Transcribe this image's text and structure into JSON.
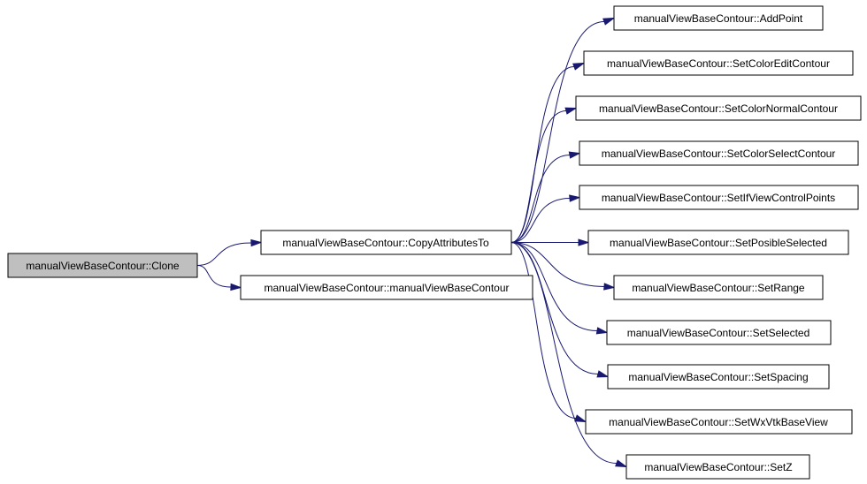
{
  "colors": {
    "root_fill": "#bfbfbf",
    "node_fill": "#ffffff",
    "edge": "#191970",
    "border": "#000000"
  },
  "nodes": {
    "clone": "manualViewBaseContour::Clone",
    "copy_attributes_to": "manualViewBaseContour::CopyAttributesTo",
    "constructor": "manualViewBaseContour::manualViewBaseContour",
    "add_point": "manualViewBaseContour::AddPoint",
    "set_color_edit_contour": "manualViewBaseContour::SetColorEditContour",
    "set_color_normal_contour": "manualViewBaseContour::SetColorNormalContour",
    "set_color_select_contour": "manualViewBaseContour::SetColorSelectContour",
    "set_if_view_control_points": "manualViewBaseContour::SetIfViewControlPoints",
    "set_posible_selected": "manualViewBaseContour::SetPosibleSelected",
    "set_range": "manualViewBaseContour::SetRange",
    "set_selected": "manualViewBaseContour::SetSelected",
    "set_spacing": "manualViewBaseContour::SetSpacing",
    "set_wx_vtk_base_view": "manualViewBaseContour::SetWxVtkBaseView",
    "set_z": "manualViewBaseContour::SetZ"
  },
  "edges": [
    [
      "clone",
      "copy_attributes_to"
    ],
    [
      "clone",
      "constructor"
    ],
    [
      "copy_attributes_to",
      "add_point"
    ],
    [
      "copy_attributes_to",
      "set_color_edit_contour"
    ],
    [
      "copy_attributes_to",
      "set_color_normal_contour"
    ],
    [
      "copy_attributes_to",
      "set_color_select_contour"
    ],
    [
      "copy_attributes_to",
      "set_if_view_control_points"
    ],
    [
      "copy_attributes_to",
      "set_posible_selected"
    ],
    [
      "copy_attributes_to",
      "set_range"
    ],
    [
      "copy_attributes_to",
      "set_selected"
    ],
    [
      "copy_attributes_to",
      "set_spacing"
    ],
    [
      "copy_attributes_to",
      "set_wx_vtk_base_view"
    ],
    [
      "copy_attributes_to",
      "set_z"
    ]
  ]
}
